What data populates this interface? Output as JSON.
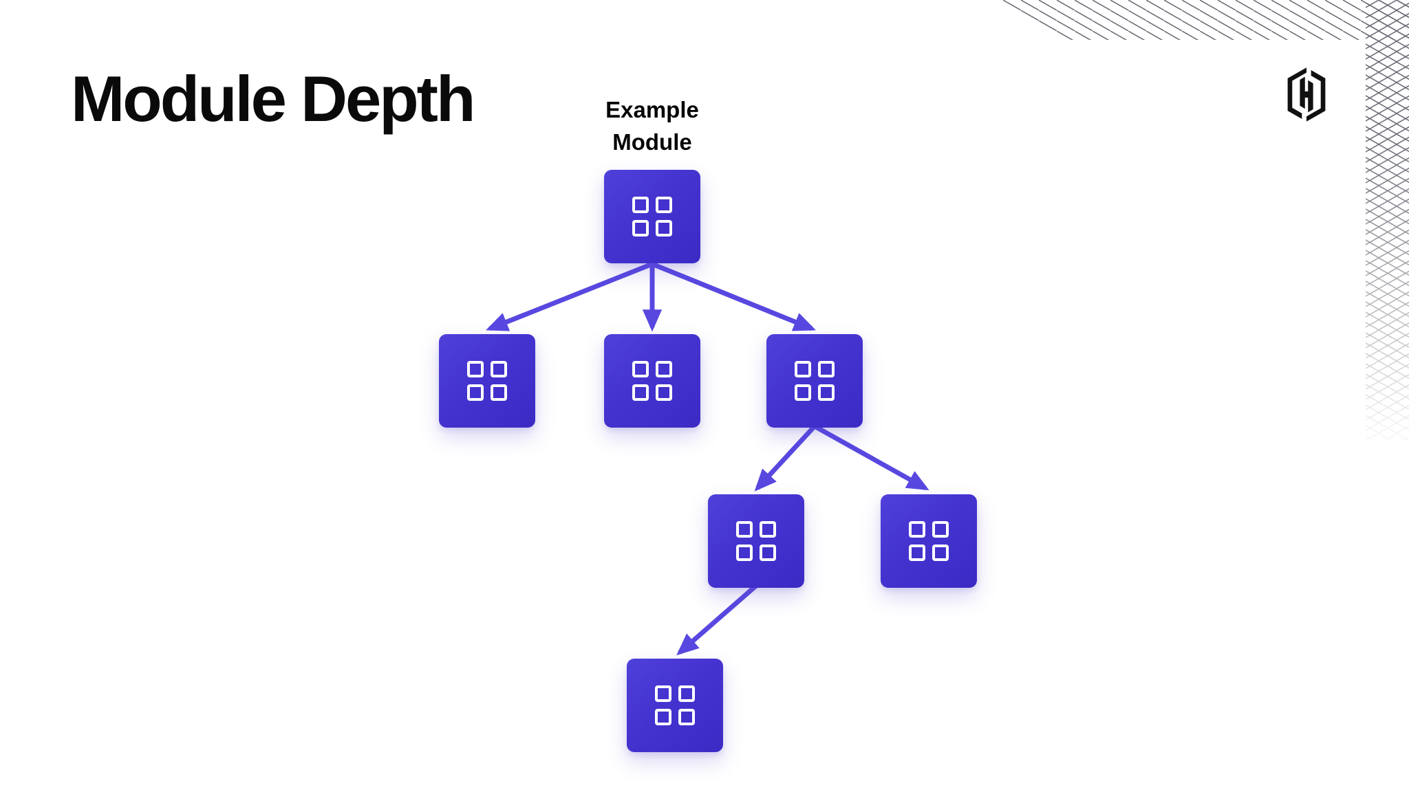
{
  "slide": {
    "title": "Module Depth"
  },
  "diagram": {
    "type": "tree",
    "root_label_line1": "Example",
    "root_label_line2": "Module",
    "nodes": [
      {
        "id": "root",
        "depth": 0,
        "icon": "module-grid-icon"
      },
      {
        "id": "child-1",
        "depth": 1,
        "icon": "module-grid-icon"
      },
      {
        "id": "child-2",
        "depth": 1,
        "icon": "module-grid-icon"
      },
      {
        "id": "child-3",
        "depth": 1,
        "icon": "module-grid-icon"
      },
      {
        "id": "grandchild-1",
        "depth": 2,
        "icon": "module-grid-icon"
      },
      {
        "id": "grandchild-2",
        "depth": 2,
        "icon": "module-grid-icon"
      },
      {
        "id": "great-grandchild-1",
        "depth": 3,
        "icon": "module-grid-icon"
      }
    ],
    "edges": [
      [
        "root",
        "child-1"
      ],
      [
        "root",
        "child-2"
      ],
      [
        "root",
        "child-3"
      ],
      [
        "child-3",
        "grandchild-1"
      ],
      [
        "child-3",
        "grandchild-2"
      ],
      [
        "grandchild-1",
        "great-grandchild-1"
      ]
    ]
  },
  "branding": {
    "logo_icon": "hashicorp-logo"
  },
  "colors": {
    "node_gradient_top": "#5040da",
    "node_gradient_bottom": "#3c2ac5",
    "arrow": "#5848e0",
    "hatch_line": "#6a6a74",
    "title_text": "#0a0a0a",
    "background": "#ffffff"
  }
}
